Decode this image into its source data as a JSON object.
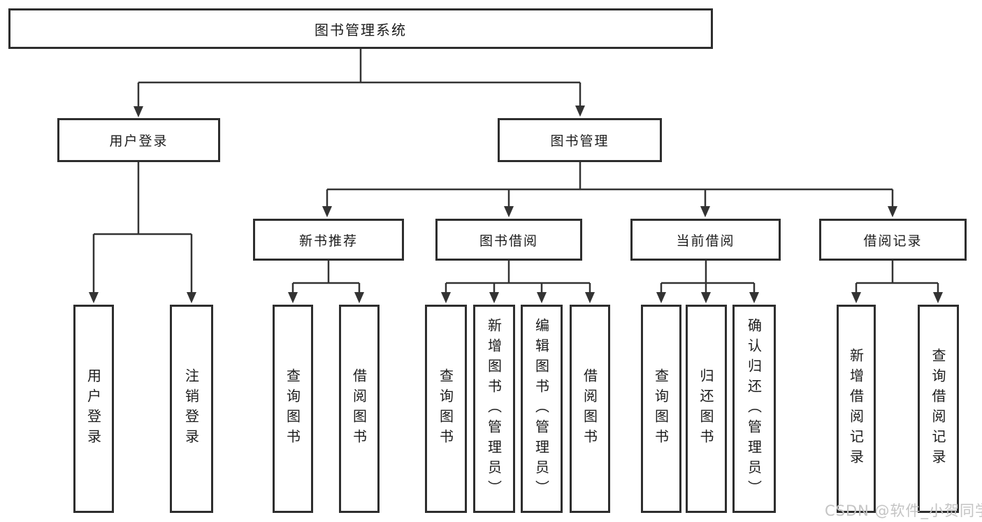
{
  "colors": {
    "line": "#333333",
    "box_border": "#2e2e2e",
    "text": "#1c1c1c",
    "watermark": "#c4c4c4",
    "background": "#ffffff"
  },
  "watermark": {
    "text": "CSDN @软件_小贺同学"
  },
  "tree": {
    "root": {
      "label": "图书管理系统"
    },
    "user_login": {
      "label": "用户登录",
      "children": {
        "login": {
          "label": "用户登录"
        },
        "logout": {
          "label": "注销登录"
        }
      }
    },
    "book_mgmt": {
      "label": "图书管理",
      "children": {
        "new_book": {
          "label": "新书推荐",
          "children": {
            "query": {
              "label": "查询图书"
            },
            "borrow": {
              "label": "借阅图书"
            }
          }
        },
        "book_borrow": {
          "label": "图书借阅",
          "children": {
            "query": {
              "label": "查询图书"
            },
            "add": {
              "label": "新增图书（管理员）"
            },
            "edit": {
              "label": "编辑图书（管理员）"
            },
            "borrow": {
              "label": "借阅图书"
            }
          }
        },
        "current_borrow": {
          "label": "当前借阅",
          "children": {
            "query": {
              "label": "查询图书"
            },
            "return": {
              "label": "归还图书"
            },
            "confirm": {
              "label": "确认归还（管理员）"
            }
          }
        },
        "borrow_record": {
          "label": "借阅记录",
          "children": {
            "add": {
              "label": "新增借阅记录"
            },
            "query": {
              "label": "查询借阅记录"
            }
          }
        }
      }
    }
  }
}
